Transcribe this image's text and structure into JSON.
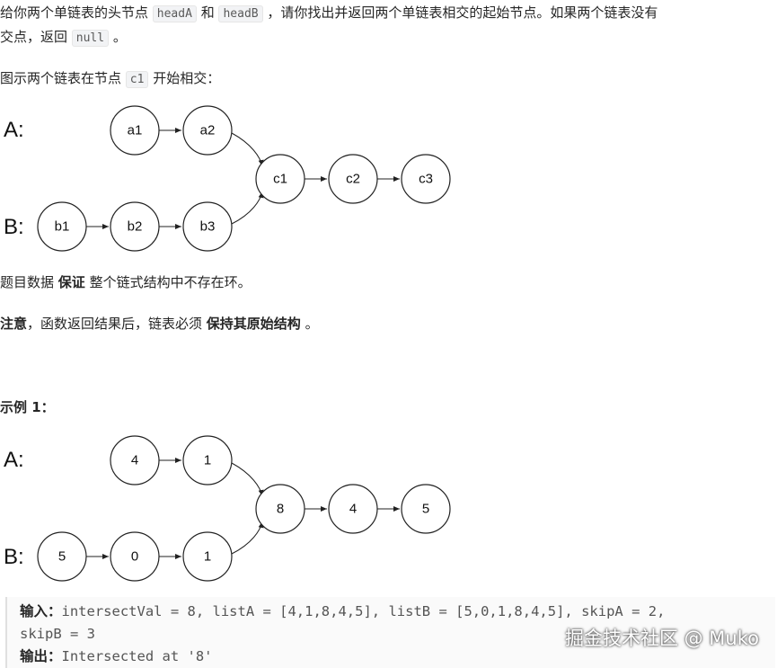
{
  "intro": {
    "line1_a": "给你两个单链表的头节点 ",
    "code_headA": "headA",
    "line1_b": " 和 ",
    "code_headB": "headB",
    "line1_c": " ，请你找出并返回两个单链表相交的起始节点。如果两个链表没有",
    "line2_a": "交点，返回 ",
    "code_null": "null",
    "line2_b": " 。"
  },
  "figure_caption": {
    "a": "图示两个链表在节点 ",
    "code": "c1",
    "b": " 开始相交："
  },
  "diagram1": {
    "label_a": "A:",
    "label_b": "B:",
    "nodes": [
      "a1",
      "a2",
      "c1",
      "c2",
      "c3",
      "b1",
      "b2",
      "b3"
    ]
  },
  "guarantee": {
    "a": "题目数据 ",
    "bold": "保证",
    "b": " 整个链式结构中不存在环。"
  },
  "note": {
    "bold1": "注意",
    "a": "，函数返回结果后，链表必须 ",
    "bold2": "保持其原始结构",
    "b": " 。"
  },
  "example1": {
    "title": "示例 1：",
    "label_a": "A:",
    "label_b": "B:",
    "nodes": [
      "4",
      "1",
      "8",
      "4",
      "5",
      "5",
      "0",
      "1"
    ],
    "input_label": "输入：",
    "input_text": "intersectVal = 8, listA = [4,1,8,4,5], listB = [5,0,1,8,4,5], skipA = 2,",
    "input_text2": "skipB = 3",
    "output_label": "输出：",
    "output_text": "Intersected at '8'"
  },
  "watermark": "掘金技术社区 @ Muko"
}
